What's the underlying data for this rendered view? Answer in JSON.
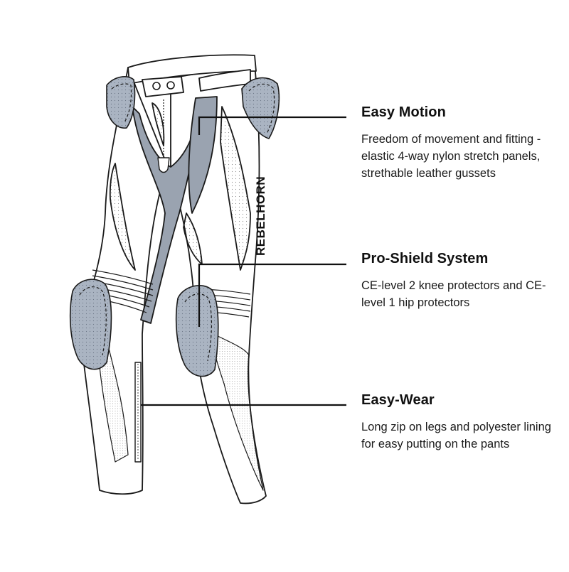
{
  "brand": {
    "name": "REBELHORN"
  },
  "features": [
    {
      "title": "Easy Motion",
      "description": "Freedom of movement and fitting - elastic 4-way nylon stretch panels, strethable leather gussets"
    },
    {
      "title": "Pro-Shield System",
      "description": "CE-level 2 knee protectors and CE-level 1 hip protectors"
    },
    {
      "title": "Easy-Wear",
      "description": "Long zip on legs and polyester lining for easy putting on the pants"
    }
  ],
  "colors": {
    "outline": "#1a1a1a",
    "stretch_panel": "#9aa3b0",
    "protector": "#a9b4c2",
    "pants_base": "#ffffff",
    "perforation": "#8a8a8a"
  },
  "icons": [
    "hip-protector-icon",
    "knee-protector-icon",
    "zipper-icon",
    "waist-snap-icon"
  ]
}
